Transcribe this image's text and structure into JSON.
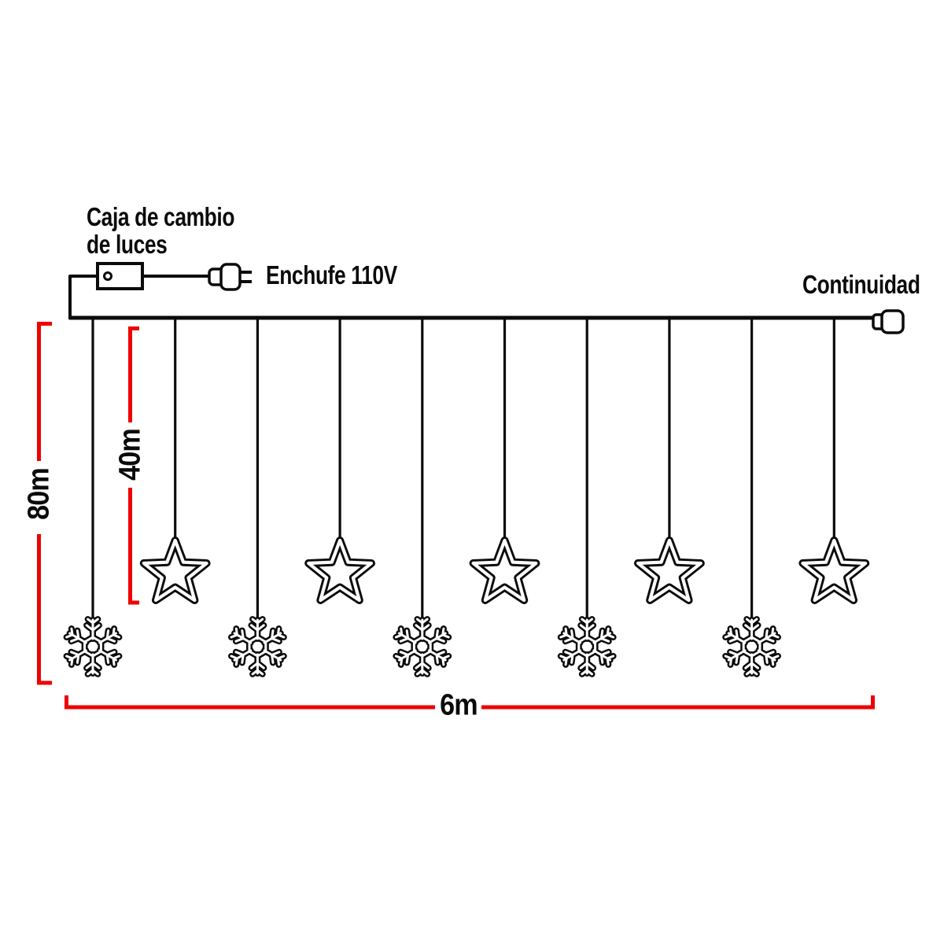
{
  "diagram": {
    "controller": {
      "label_line1": "Caja de cambio",
      "label_line2": "de luces"
    },
    "power_plug_label": "Enchufe 110V",
    "continuity_label": "Continuidad",
    "dimensions": {
      "total_drop": "80m",
      "star_drop": "40m",
      "length": "6m"
    },
    "ornaments": [
      "snowflake",
      "star",
      "snowflake",
      "star",
      "snowflake",
      "star",
      "snowflake",
      "star",
      "snowflake",
      "star"
    ],
    "colors": {
      "line": "#0b0b0b",
      "dimension": "#ee0202",
      "background": "#ffffff"
    }
  }
}
